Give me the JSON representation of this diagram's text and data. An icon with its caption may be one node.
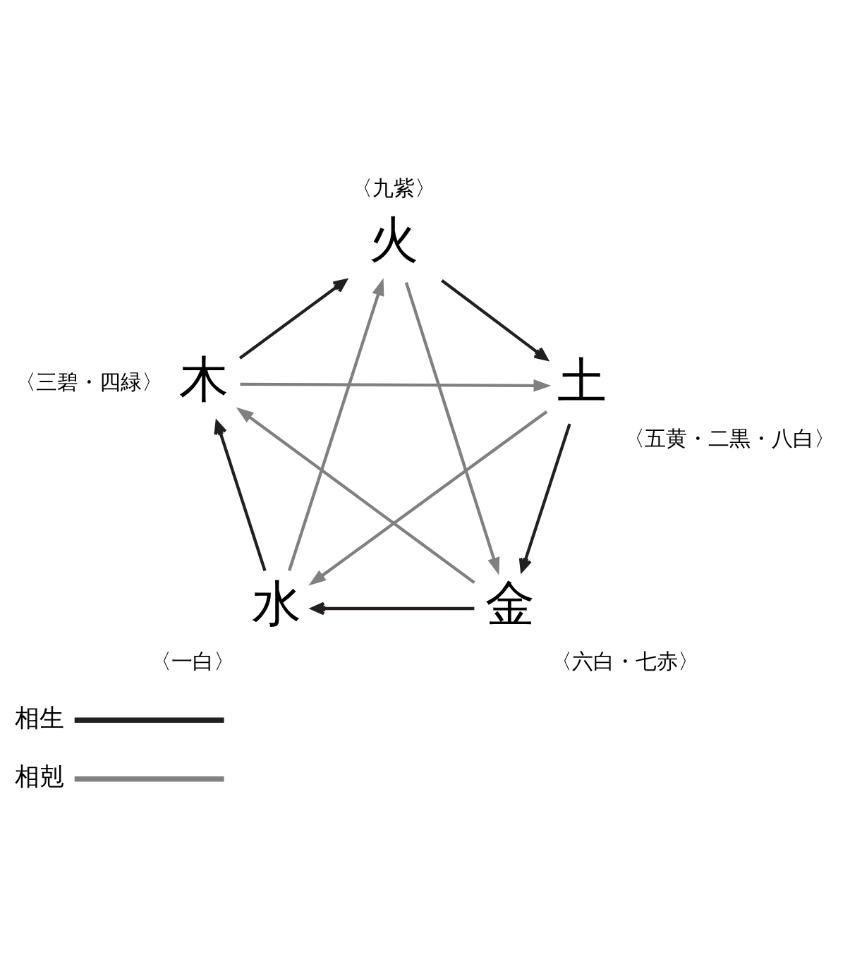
{
  "diagram": {
    "nodes": [
      {
        "text": [
          "火"
        ],
        "beside": [
          "〈九紫〉"
        ]
      },
      {
        "text": [
          "木"
        ],
        "beside": [
          "〈三碧・四緑〉"
        ]
      },
      {
        "text": [
          "土"
        ],
        "beside": [
          "〈五黄・二黒・八白〉"
        ]
      },
      {
        "text": [
          "水"
        ],
        "beside": [
          "〈一白〉"
        ]
      },
      {
        "text": [
          "金"
        ],
        "beside": [
          "〈六白・七赤〉"
        ]
      }
    ],
    "edges": [
      {
        "from": 1,
        "to": 0,
        "arrow": "to"
      },
      {
        "from": 0,
        "to": 2,
        "arrow": "to"
      },
      {
        "from": 2,
        "to": 4,
        "arrow": "to"
      },
      {
        "from": 4,
        "to": 3,
        "arrow": "to"
      },
      {
        "from": 3,
        "to": 1,
        "arrow": "to"
      },
      {
        "from": 1,
        "to": 2,
        "arrow": "to",
        "color": "#808080"
      },
      {
        "from": 0,
        "to": 4,
        "arrow": "to",
        "color": "#808080"
      },
      {
        "from": 4,
        "to": 1,
        "arrow": "to",
        "color": "#808080"
      },
      {
        "from": 2,
        "to": 3,
        "arrow": "to",
        "color": "#808080"
      },
      {
        "from": 3,
        "to": 0,
        "arrow": "to",
        "color": "#808080"
      }
    ],
    "legend": [
      {
        "text": "相生"
      },
      {
        "text": "相剋"
      }
    ]
  }
}
